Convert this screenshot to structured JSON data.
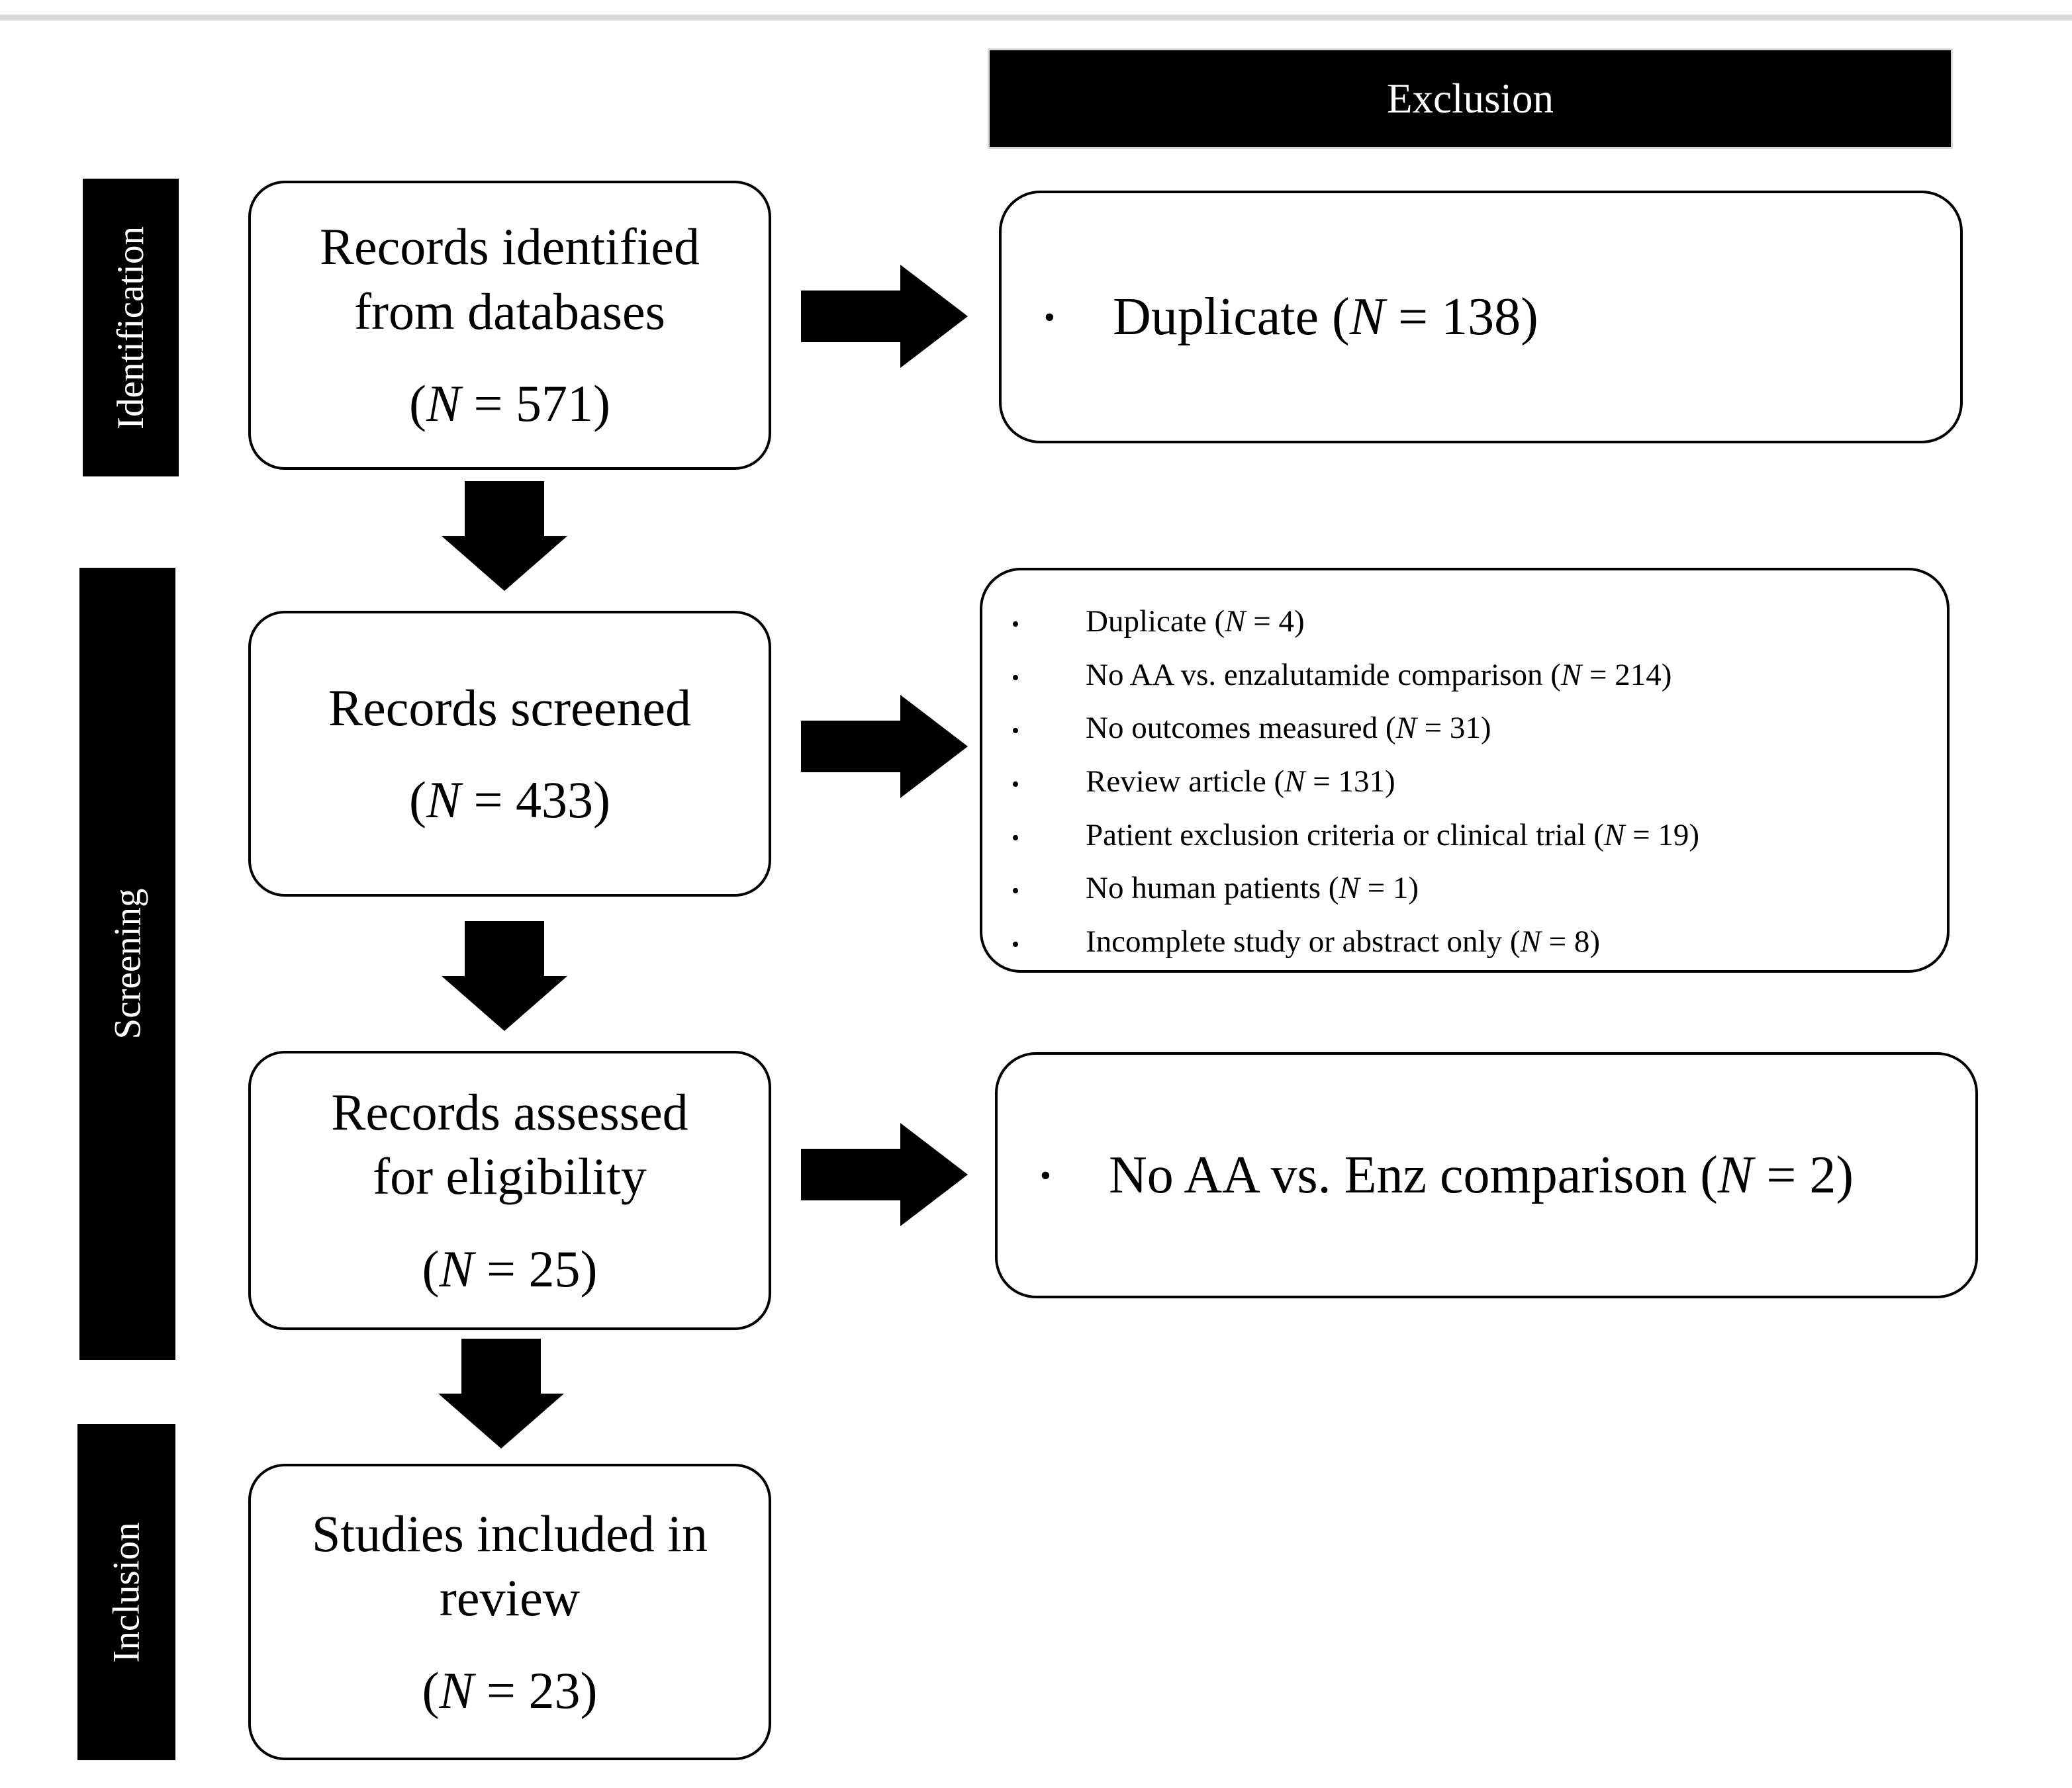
{
  "glyphs": {
    "bullet": "•"
  },
  "colors": {
    "page_bg": "#ffffff",
    "box_border": "#000000",
    "panel_bg": "#000000",
    "panel_text": "#ffffff",
    "top_rule": "#d9d9d9"
  },
  "header": {
    "exclusion": "Exclusion"
  },
  "stages": {
    "identification": "Identification",
    "screening": "Screening",
    "inclusion": "Inclusion"
  },
  "flow": {
    "identified": {
      "lines": [
        "Records identified",
        "from databases"
      ],
      "n_pre": "(",
      "n_var": "N",
      "n_post": " = 571)"
    },
    "screened": {
      "lines": [
        "Records screened",
        ""
      ],
      "n_pre": "(",
      "n_var": "N",
      "n_post": " = 433)"
    },
    "assessed": {
      "lines": [
        "Records assessed",
        "for eligibility"
      ],
      "n_pre": "(",
      "n_var": "N",
      "n_post": " = 25)"
    },
    "included": {
      "lines": [
        "Studies included in",
        "review"
      ],
      "n_pre": "(",
      "n_var": "N",
      "n_post": " = 23)"
    }
  },
  "exclusions": {
    "identification": {
      "pre": "Duplicate (",
      "var": "N",
      "post": " = 138)"
    },
    "screening": [
      {
        "pre": "Duplicate (",
        "var": "N",
        "post": " = 4)"
      },
      {
        "pre": "No AA vs. enzalutamide comparison (",
        "var": "N",
        "post": " = 214)"
      },
      {
        "pre": "No outcomes measured (",
        "var": "N",
        "post": " = 31)"
      },
      {
        "pre": "Review article (",
        "var": "N",
        "post": " = 131)"
      },
      {
        "pre": "Patient exclusion criteria or clinical trial (",
        "var": "N",
        "post": " = 19)"
      },
      {
        "pre": "No human patients (",
        "var": "N",
        "post": " = 1)"
      },
      {
        "pre": "Incomplete study or abstract only (",
        "var": "N",
        "post": " = 8)"
      }
    ],
    "eligibility": {
      "pre": "No AA vs. Enz comparison (",
      "var": "N",
      "post": " = 2)"
    }
  }
}
